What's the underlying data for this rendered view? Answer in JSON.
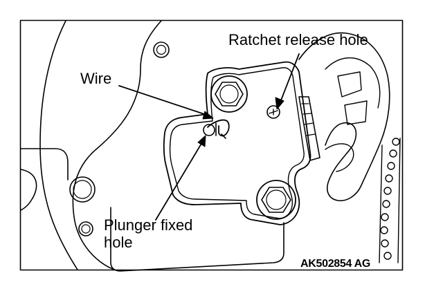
{
  "labels": {
    "ratchet_release_hole": "Ratchet release hole",
    "wire": "Wire",
    "plunger_line1": "Plunger fixed",
    "plunger_line2": "hole"
  },
  "figure_code": "AK502854 AG",
  "colors": {
    "line": "#000000",
    "background": "#ffffff"
  }
}
